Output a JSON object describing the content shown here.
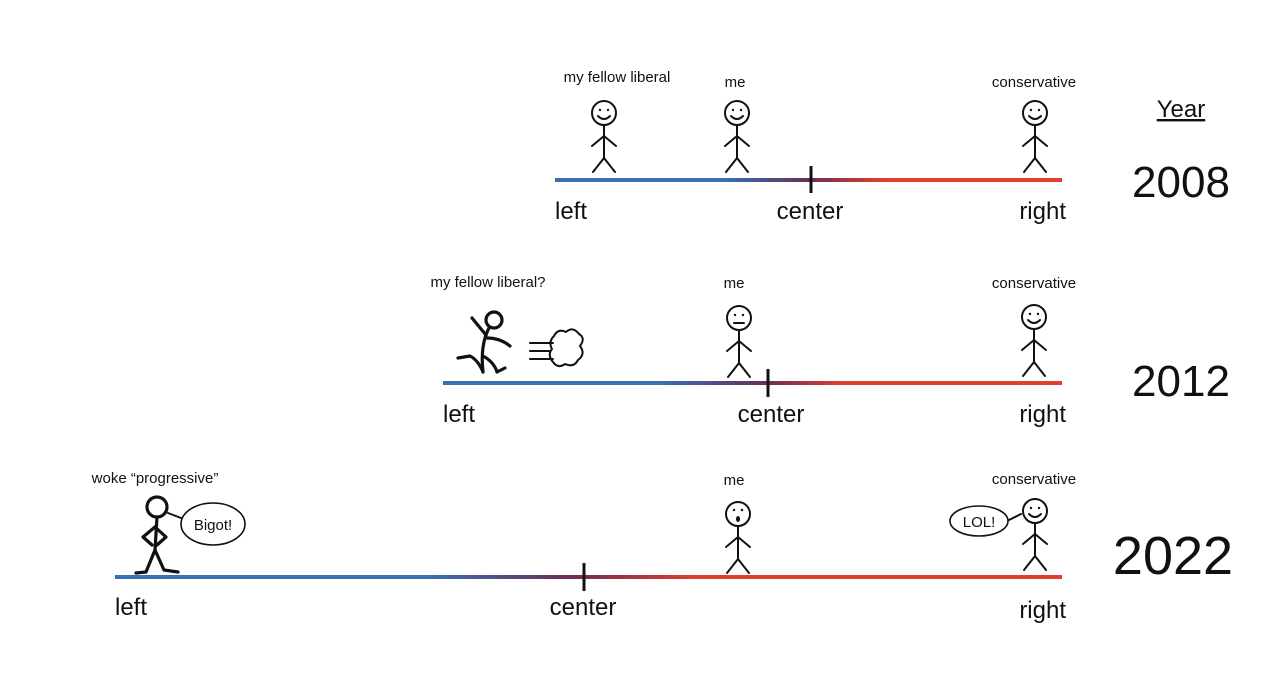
{
  "year_header": "Year",
  "rows": [
    {
      "year": "2008",
      "left_label": "left",
      "center_label": "center",
      "right_label": "right",
      "figures": [
        {
          "label": "my fellow liberal",
          "face": "smile"
        },
        {
          "label": "me",
          "face": "smile"
        },
        {
          "label": "conservative",
          "face": "smile"
        }
      ]
    },
    {
      "year": "2012",
      "left_label": "left",
      "center_label": "center",
      "right_label": "right",
      "figures": [
        {
          "label": "my fellow liberal?",
          "face": "running"
        },
        {
          "label": "me",
          "face": "neutral"
        },
        {
          "label": "conservative",
          "face": "smile"
        }
      ]
    },
    {
      "year": "2022",
      "left_label": "left",
      "center_label": "center",
      "right_label": "right",
      "figures": [
        {
          "label": "woke “progressive”",
          "face": "angry",
          "speech": "Bigot!"
        },
        {
          "label": "me",
          "face": "surprised"
        },
        {
          "label": "conservative",
          "face": "smile",
          "speech": "LOL!"
        }
      ]
    }
  ],
  "colors": {
    "left": "#3a6fb5",
    "center": "#6a2f55",
    "right": "#e2402f",
    "ink": "#111111"
  }
}
